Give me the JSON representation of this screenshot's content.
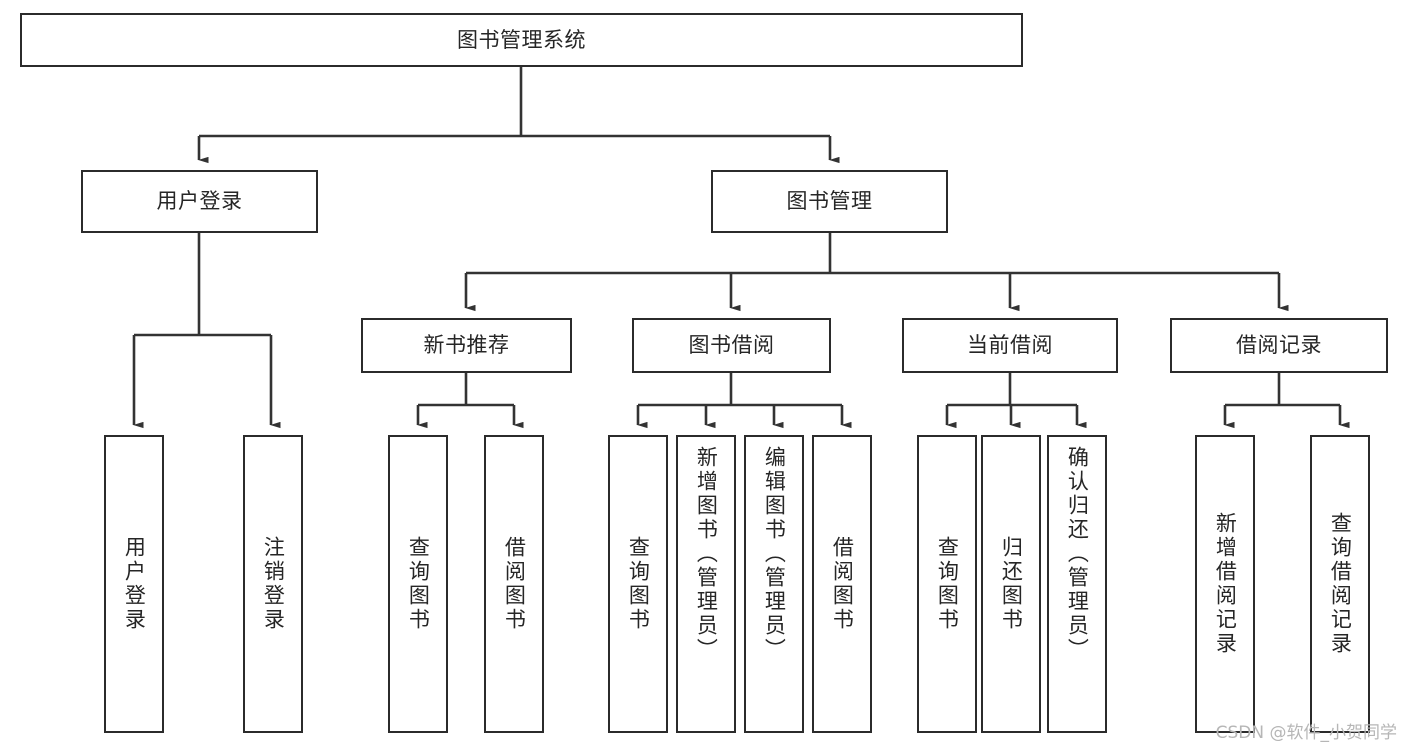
{
  "diagram": {
    "type": "tree-hierarchy",
    "title": "图书管理系统",
    "root": {
      "label": "图书管理系统"
    },
    "level1": [
      {
        "label": "用户登录"
      },
      {
        "label": "图书管理"
      }
    ],
    "level2": [
      {
        "label": "新书推荐"
      },
      {
        "label": "图书借阅"
      },
      {
        "label": "当前借阅"
      },
      {
        "label": "借阅记录"
      }
    ],
    "leaves": {
      "user_login": [
        {
          "label": "用户登录"
        },
        {
          "label": "注销登录"
        }
      ],
      "new_book_recommend": [
        {
          "label": "查询图书"
        },
        {
          "label": "借阅图书"
        }
      ],
      "book_borrow": [
        {
          "label": "查询图书"
        },
        {
          "label": "新增图书（管理员）"
        },
        {
          "label": "编辑图书（管理员）"
        },
        {
          "label": "借阅图书"
        }
      ],
      "current_borrow": [
        {
          "label": "查询图书"
        },
        {
          "label": "归还图书"
        },
        {
          "label": "确认归还（管理员）"
        }
      ],
      "borrow_record": [
        {
          "label": "新增借阅记录"
        },
        {
          "label": "查询借阅记录"
        }
      ]
    }
  },
  "watermark": {
    "text": "CSDN @软件_小贺同学"
  },
  "colors": {
    "box_border": "#2b2b2b",
    "connector": "#333333",
    "background": "#ffffff",
    "text": "#262626",
    "watermark": "#b6b6b6"
  }
}
